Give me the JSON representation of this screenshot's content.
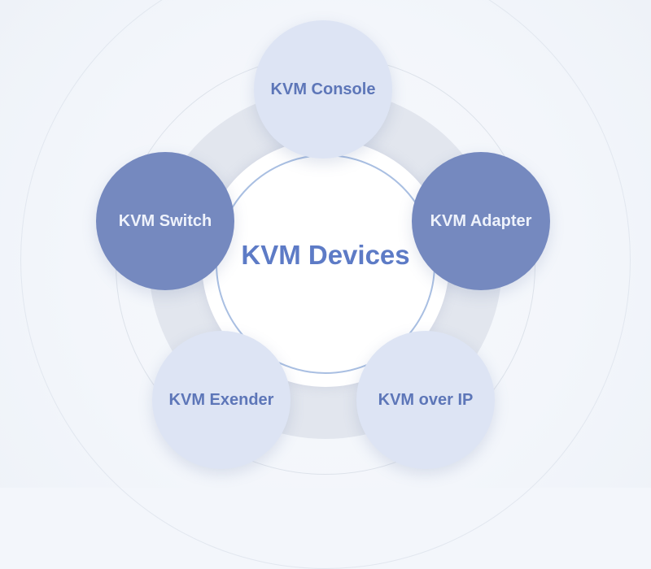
{
  "diagram": {
    "center": "KVM Devices",
    "nodes": [
      {
        "label": "KVM Console",
        "style": "light"
      },
      {
        "label": "KVM Switch",
        "style": "dark"
      },
      {
        "label": "KVM Adapter",
        "style": "dark"
      },
      {
        "label": "KVM Exender",
        "style": "light"
      },
      {
        "label": "KVM over IP",
        "style": "light"
      }
    ]
  },
  "colors": {
    "dark_node": "#7589bf",
    "light_node": "#dde4f4",
    "title": "#5d7bc6",
    "inner_line": "#a9bfe2"
  }
}
